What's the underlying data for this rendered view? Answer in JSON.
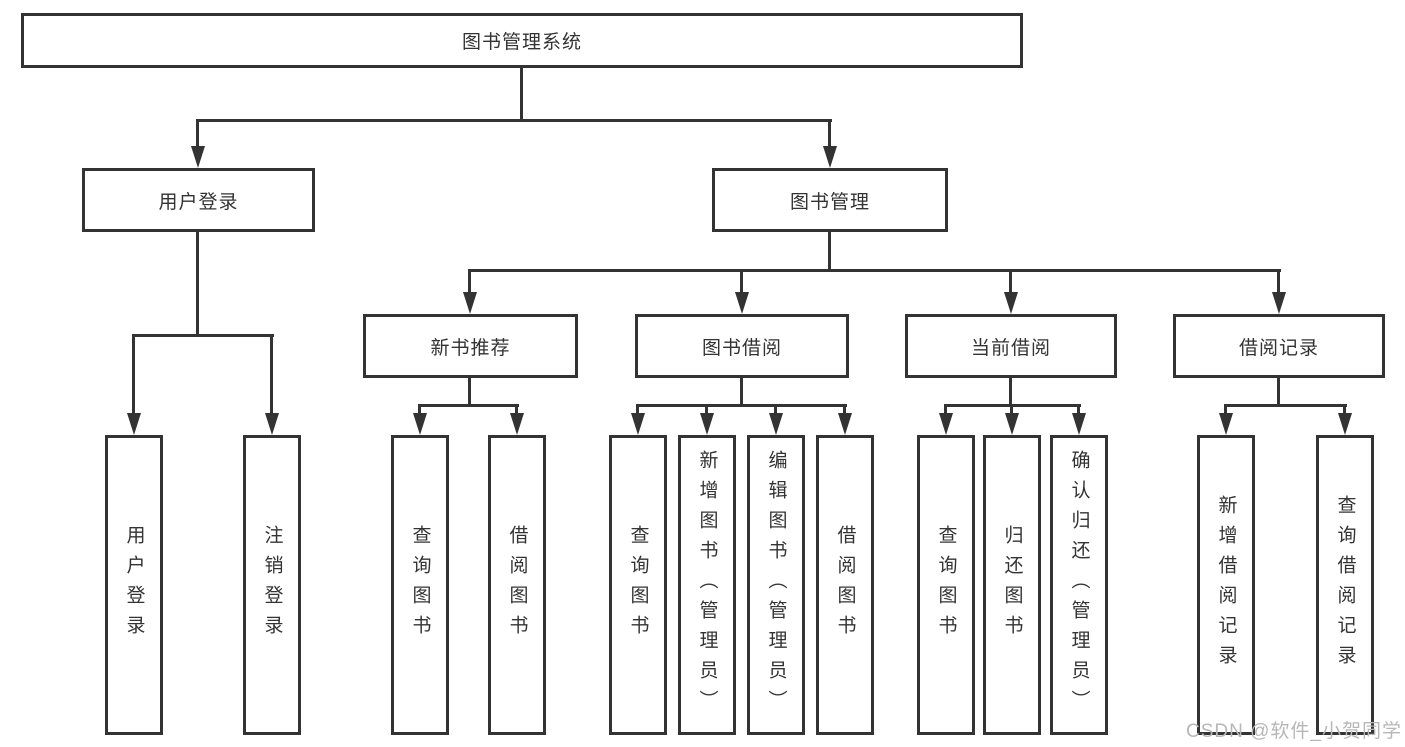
{
  "diagram": {
    "type": "hierarchy-tree",
    "root": {
      "label": "图书管理系统"
    },
    "level2": [
      {
        "label": "用户登录"
      },
      {
        "label": "图书管理"
      }
    ],
    "level3": [
      {
        "label": "新书推荐"
      },
      {
        "label": "图书借阅"
      },
      {
        "label": "当前借阅"
      },
      {
        "label": "借阅记录"
      }
    ],
    "leaves": {
      "user_login": [
        {
          "label": "用户登录"
        },
        {
          "label": "注销登录"
        }
      ],
      "new_book_recommend": [
        {
          "label": "查询图书"
        },
        {
          "label": "借阅图书"
        }
      ],
      "book_borrow": [
        {
          "label": "查询图书"
        },
        {
          "label": "新增图书（管理员）"
        },
        {
          "label": "编辑图书（管理员）"
        },
        {
          "label": "借阅图书"
        }
      ],
      "current_borrow": [
        {
          "label": "查询图书"
        },
        {
          "label": "归还图书"
        },
        {
          "label": "确认归还（管理员）"
        }
      ],
      "borrow_record": [
        {
          "label": "新增借阅记录"
        },
        {
          "label": "查询借阅记录"
        }
      ]
    }
  },
  "watermark": {
    "text": "CSDN @软件_小贺同学",
    "color": "#b7b7b7"
  },
  "colors": {
    "line": "#333333",
    "box_border": "#333333",
    "box_background": "#ffffff",
    "page_background": "#ffffff",
    "text": "#333333"
  }
}
